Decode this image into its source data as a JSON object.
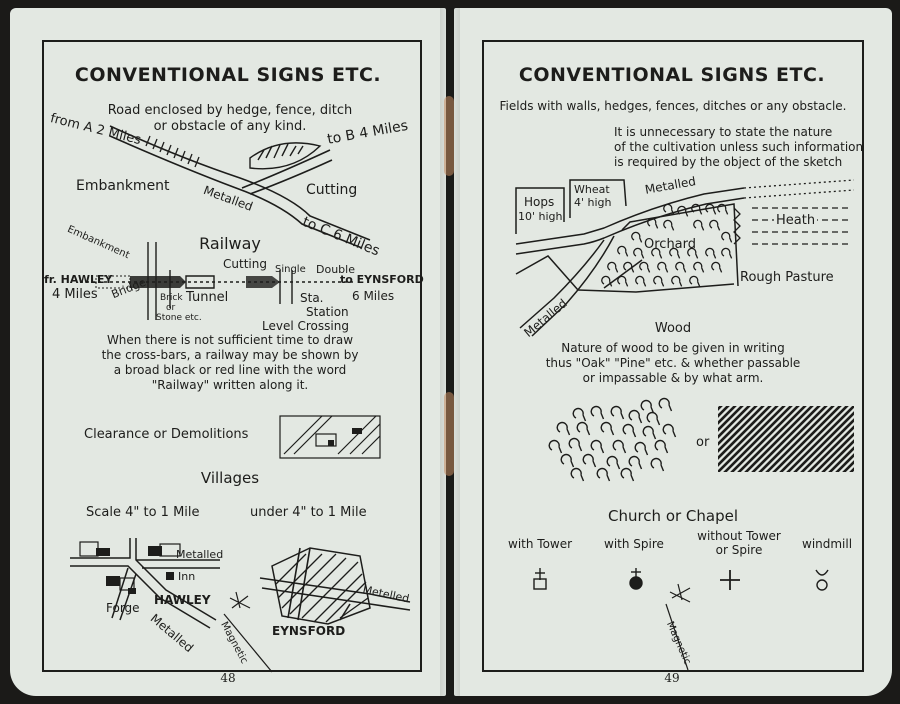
{
  "left": {
    "title": "CONVENTIONAL SIGNS ETC.",
    "road_text_1": "Road enclosed by hedge, fence, ditch",
    "road_text_2": "or obstacle of any kind.",
    "from_a": "from A 2 Miles",
    "to_b": "to B 4 Miles",
    "embankment": "Embankment",
    "metalled": "Metalled",
    "cutting": "Cutting",
    "to_c": "to C 6 Miles",
    "railway_heading": "Railway",
    "embankment_rail": "Embankment",
    "cutting_rail": "Cutting",
    "single": "Single",
    "double": "Double",
    "fr_hawley": "fr. HAWLEY",
    "four_miles": "4 Miles",
    "bridge": "Bridge",
    "brick_1": "Brick",
    "brick_2": "or",
    "brick_3": "Stone etc.",
    "tunnel": "Tunnel",
    "sta": "Sta.",
    "station": "Station",
    "to_eynsford": "to EYNSFORD",
    "six_miles": "6 Miles",
    "level_crossing": "Level Crossing",
    "note_1": "When there is not sufficient time to draw",
    "note_2": "the cross-bars, a railway may be shown by",
    "note_3": "a broad black or red line with the word",
    "note_4": "\"Railway\" written along it.",
    "clearance": "Clearance or Demolitions",
    "villages": "Villages",
    "scale_4": "Scale 4\" to 1 Mile",
    "under_4": "under 4\" to 1 Mile",
    "metalled_v1": "Metalled",
    "inn": "Inn",
    "forge": "Forge",
    "hawley": "HAWLEY",
    "metalled_v2": "Metalled",
    "magnetic_1": "Magnetic",
    "eynsford": "EYNSFORD",
    "metelled": "Metelled",
    "page_number": "48"
  },
  "right": {
    "title": "CONVENTIONAL SIGNS ETC.",
    "fields_text": "Fields with walls, hedges, fences, ditches or any obstacle.",
    "note_1": "It is unnecessary to state the nature",
    "note_2": "of the cultivation unless such information",
    "note_3": "is required by the object of the sketch",
    "hops": "Hops",
    "hops_high": "10' high",
    "wheat": "Wheat",
    "wheat_high": "4' high",
    "metalled_top": "Metalled",
    "heath": "Heath",
    "orchard": "Orchard",
    "rough_pasture": "Rough Pasture",
    "metalled_bottom": "Metalled",
    "wood_heading": "Wood",
    "wood_1": "Nature of wood to be given in writing",
    "wood_2": "thus \"Oak\" \"Pine\" etc. & whether passable",
    "wood_3": "or impassable & by what arm.",
    "or": "or",
    "church": "Church or Chapel",
    "with_tower": "with Tower",
    "with_spire": "with Spire",
    "without_tower_1": "without Tower",
    "without_tower_2": "or Spire",
    "windmill": "windmill",
    "magnetic_2": "Magnetic",
    "page_number": "49"
  },
  "colors": {
    "paper": "#e3e8e2",
    "ink": "#1d1d1b",
    "background": "#1b1a18",
    "stain": "#c68c62"
  }
}
